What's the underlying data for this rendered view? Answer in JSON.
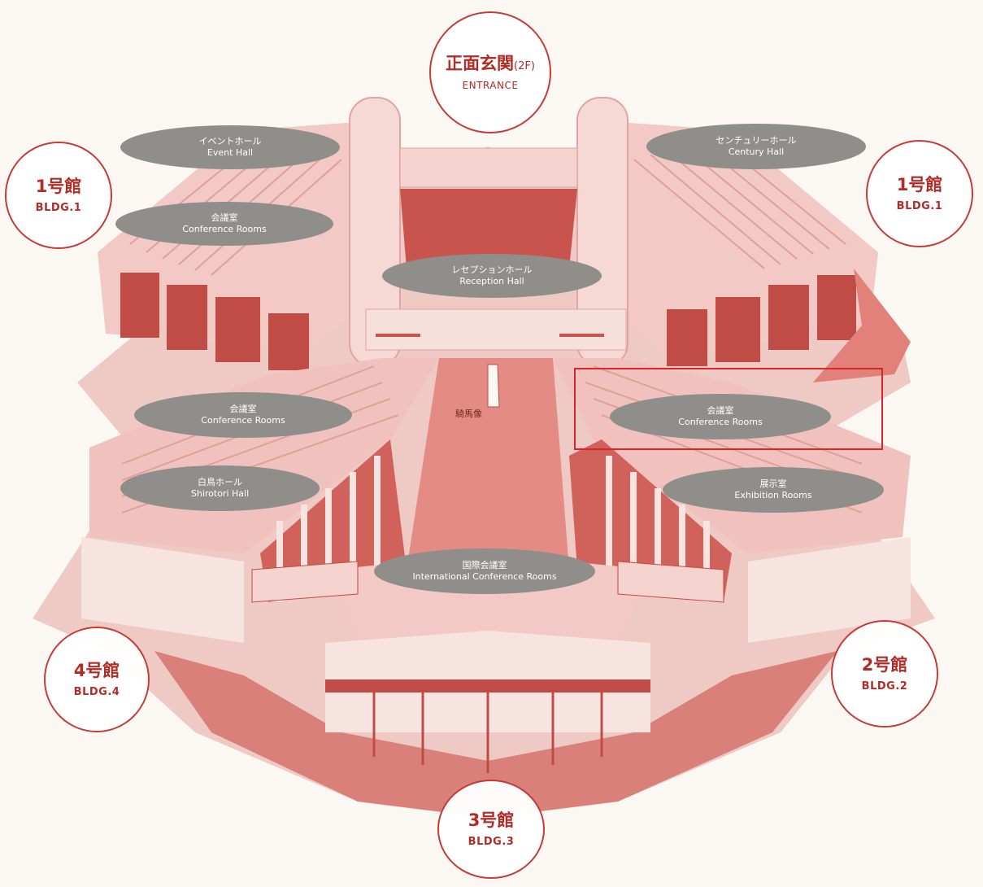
{
  "entrance": {
    "ja": "正面玄関",
    "floor": "(2F)",
    "en": "ENTRANCE"
  },
  "buildings": {
    "bldg1_left": {
      "ja": "1号館",
      "en": "BLDG.1"
    },
    "bldg1_right": {
      "ja": "1号館",
      "en": "BLDG.1"
    },
    "bldg2": {
      "ja": "2号館",
      "en": "BLDG.2"
    },
    "bldg3": {
      "ja": "3号館",
      "en": "BLDG.3"
    },
    "bldg4": {
      "ja": "4号館",
      "en": "BLDG.4"
    }
  },
  "halls": {
    "event_hall": {
      "ja": "イベントホール",
      "en": "Event Hall"
    },
    "century_hall": {
      "ja": "センチュリーホール",
      "en": "Century Hall"
    },
    "conference_bldg1": {
      "ja": "会議室",
      "en": "Conference Rooms"
    },
    "reception_hall": {
      "ja": "レセプションホール",
      "en": "Reception Hall"
    },
    "conference_bldg4": {
      "ja": "会議室",
      "en": "Conference Rooms"
    },
    "conference_bldg2": {
      "ja": "会議室",
      "en": "Conference Rooms"
    },
    "shirotori_hall": {
      "ja": "白鳥ホール",
      "en": "Shirotori Hall"
    },
    "exhibition_rooms": {
      "ja": "展示室",
      "en": "Exhibition Rooms"
    },
    "international_conf": {
      "ja": "国際会議室",
      "en": "International Conference Rooms"
    }
  },
  "landmarks": {
    "statue": "騎馬像"
  },
  "colors": {
    "accent_red": "#c43c37",
    "building_light": "#f1c2bd",
    "building_mid": "#e48f88",
    "building_dark": "#c8524c",
    "label_gray": "#8f8e8a",
    "highlight_red": "#d8262a"
  }
}
